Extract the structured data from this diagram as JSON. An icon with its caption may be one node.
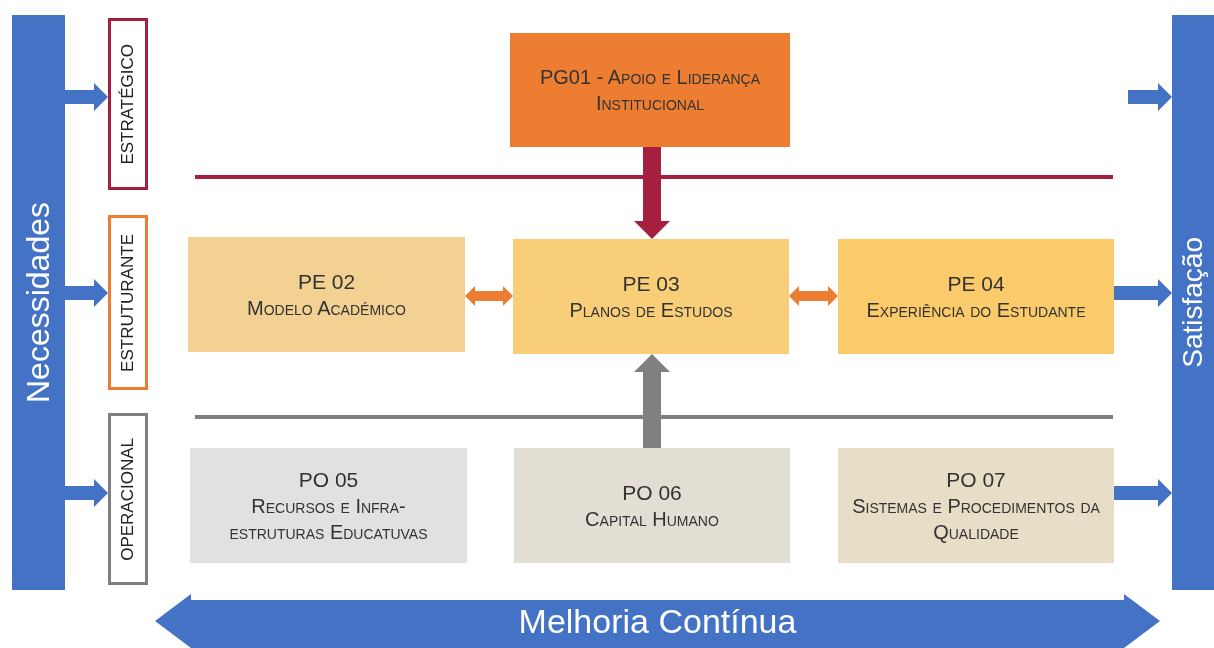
{
  "diagram": {
    "nodes": [
      {
        "text": [
          "Necessidades"
        ]
      },
      {
        "text": [
          "Satisfação"
        ]
      },
      {
        "text": [
          "ESTRATÉGICO"
        ]
      },
      {
        "text": [
          "ESTRUTURANTE"
        ]
      },
      {
        "text": [
          "OPERACIONAL"
        ]
      },
      {
        "text": [
          "PG01 - Apoio e Liderança Institucional"
        ]
      },
      {
        "text": [
          "PE 02",
          "Modelo Académico"
        ]
      },
      {
        "text": [
          "PE 03",
          "Planos de Estudos"
        ]
      },
      {
        "text": [
          "PE 04",
          "Experiência do Estudante"
        ]
      },
      {
        "text": [
          "PO 05",
          "Recursos e Infra-estruturas Educatuvas"
        ]
      },
      {
        "text": [
          "PO 06",
          "Capital Humano"
        ]
      },
      {
        "text": [
          "PO 07",
          "Sistemas e Procedimentos da Qualidade"
        ]
      },
      {
        "text": [
          "Melhoria Contínua"
        ]
      }
    ],
    "edges": [
      {
        "from": 0,
        "to": 2,
        "arrow": "to"
      },
      {
        "from": 0,
        "to": 3,
        "arrow": "to"
      },
      {
        "from": 0,
        "to": 4,
        "arrow": "to"
      },
      {
        "from": null,
        "to": 1,
        "arrow": "to"
      },
      {
        "from": 8,
        "to": 1,
        "arrow": "to"
      },
      {
        "from": 11,
        "to": 1,
        "arrow": "to"
      },
      {
        "from": 6,
        "to": 7,
        "arrow": "both",
        "color": "#ed7d31"
      },
      {
        "from": 7,
        "to": 8,
        "arrow": "both",
        "color": "#ed7d31"
      },
      {
        "from": 5,
        "to": 7,
        "arrow": "to",
        "color": "#a5203f"
      },
      {
        "from": 10,
        "to": 7,
        "arrow": "to",
        "color": "#808080"
      }
    ]
  }
}
